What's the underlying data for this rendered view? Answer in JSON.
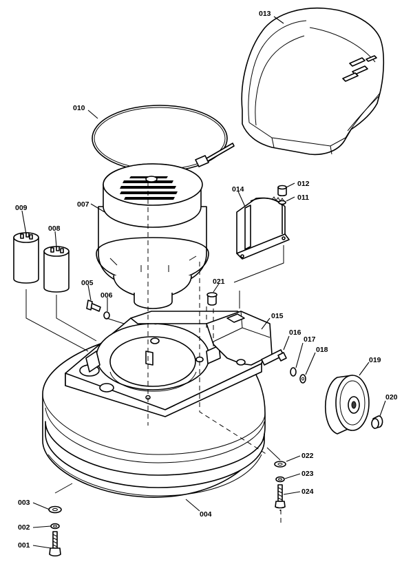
{
  "diagram": {
    "parts": [
      {
        "key": "p013",
        "number": "013"
      },
      {
        "key": "p010",
        "number": "010"
      },
      {
        "key": "p007",
        "number": "007"
      },
      {
        "key": "p009",
        "number": "009"
      },
      {
        "key": "p008",
        "number": "008"
      },
      {
        "key": "p014",
        "number": "014"
      },
      {
        "key": "p012",
        "number": "012"
      },
      {
        "key": "p011",
        "number": "011"
      },
      {
        "key": "p005",
        "number": "005"
      },
      {
        "key": "p006",
        "number": "006"
      },
      {
        "key": "p021",
        "number": "021"
      },
      {
        "key": "p015",
        "number": "015"
      },
      {
        "key": "p016",
        "number": "016"
      },
      {
        "key": "p017",
        "number": "017"
      },
      {
        "key": "p018",
        "number": "018"
      },
      {
        "key": "p019",
        "number": "019"
      },
      {
        "key": "p020",
        "number": "020"
      },
      {
        "key": "p022",
        "number": "022"
      },
      {
        "key": "p023",
        "number": "023"
      },
      {
        "key": "p024",
        "number": "024"
      },
      {
        "key": "p003",
        "number": "003"
      },
      {
        "key": "p002",
        "number": "002"
      },
      {
        "key": "p001",
        "number": "001"
      },
      {
        "key": "p004",
        "number": "004"
      }
    ]
  }
}
